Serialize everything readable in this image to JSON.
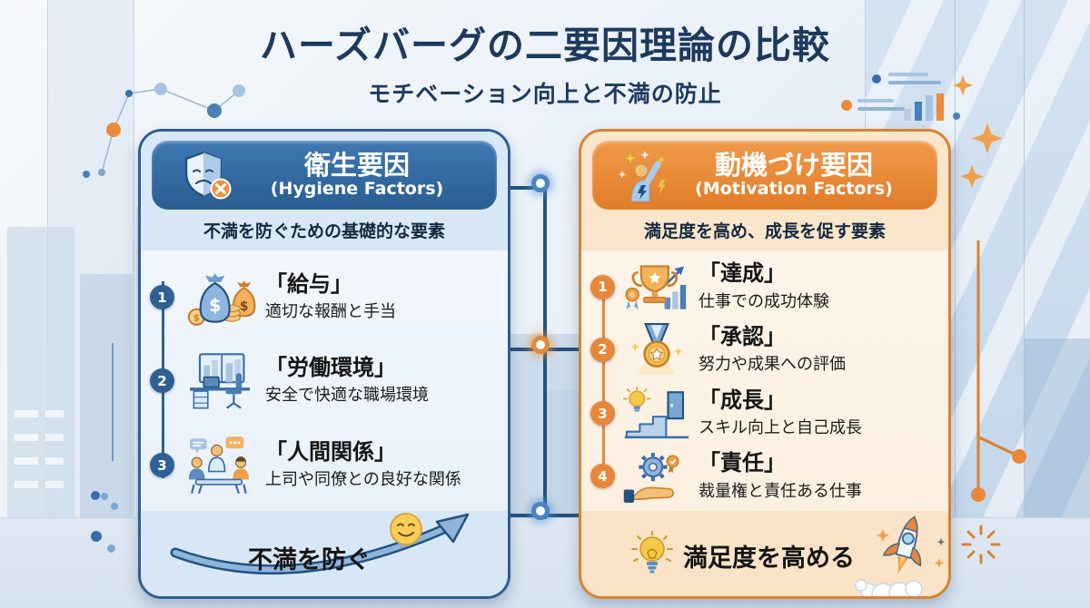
{
  "title": "ハーズバーグの二要因理論の比較",
  "subtitle": "モチベーション向上と不満の防止",
  "colors": {
    "hygiene_blue": "#2e5f93",
    "hygiene_pill": "#2f6ba3",
    "motivation_orange": "#e8873a",
    "motivation_border": "#d9822f",
    "title_navy": "#1d3a5e"
  },
  "left_panel": {
    "title": "衛生要因",
    "title_en": "(Hygiene Factors)",
    "description": "不満を防ぐための基礎的な要素",
    "items": [
      {
        "number": "1",
        "title": "「給与」",
        "desc": "適切な報酬と手当"
      },
      {
        "number": "2",
        "title": "「労働環境」",
        "desc": "安全で快適な職場環境"
      },
      {
        "number": "3",
        "title": "「人間関係」",
        "desc": "上司や同僚との良好な関係"
      }
    ],
    "footer": "不満を防ぐ"
  },
  "right_panel": {
    "title": "動機づけ要因",
    "title_en": "(Motivation Factors)",
    "description": "満足度を高め、成長を促す要素",
    "items": [
      {
        "number": "1",
        "title": "「達成」",
        "desc": "仕事での成功体験"
      },
      {
        "number": "2",
        "title": "「承認」",
        "desc": "努力や成果への評価"
      },
      {
        "number": "3",
        "title": "「成長」",
        "desc": "スキル向上と自己成長"
      },
      {
        "number": "4",
        "title": "「責任」",
        "desc": "裁量権と責任ある仕事"
      }
    ],
    "footer": "満足度を高める"
  }
}
